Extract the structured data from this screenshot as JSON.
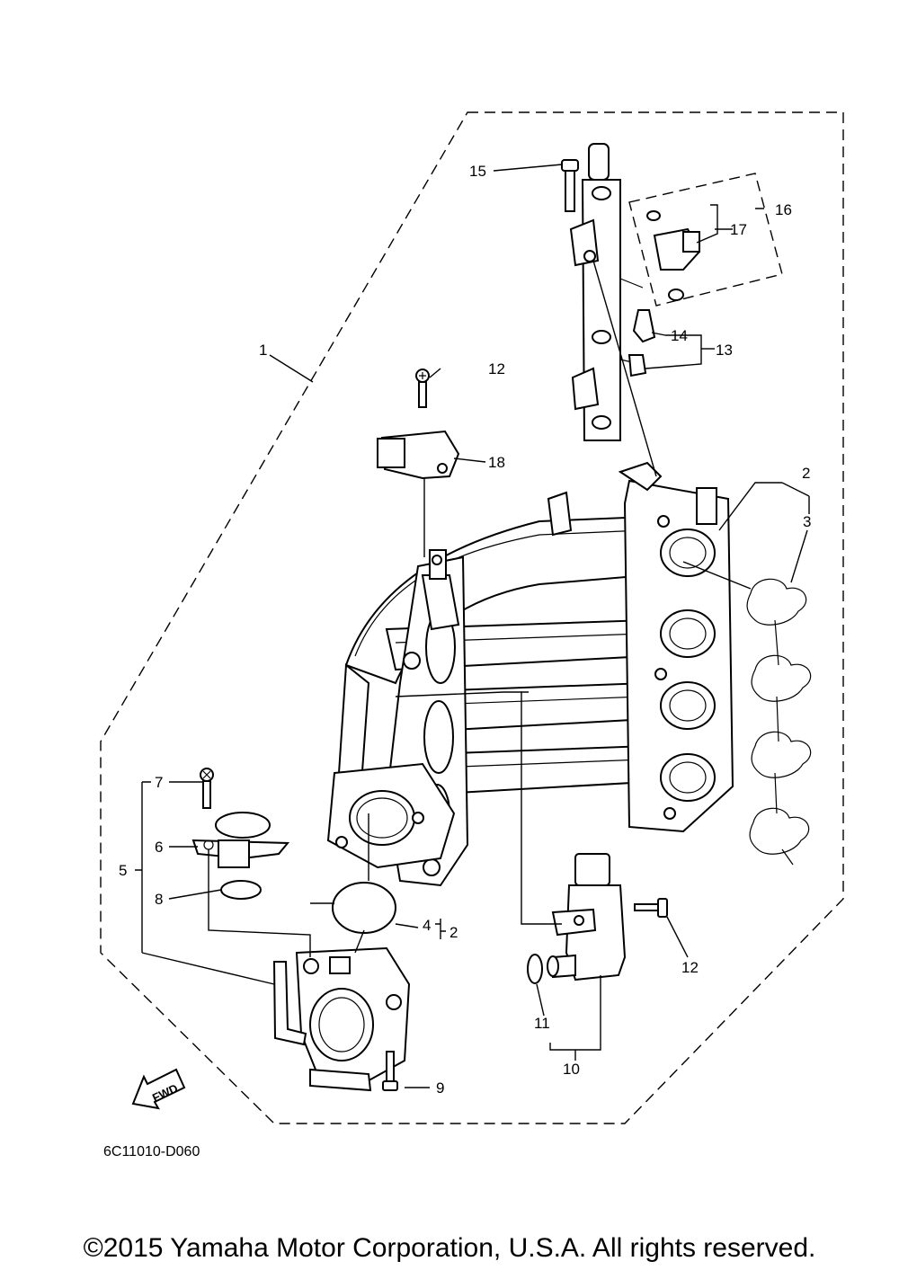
{
  "callouts": {
    "c1": "1",
    "c2a": "2",
    "c2b": "2",
    "c3": "3",
    "c4": "4",
    "c5": "5",
    "c6": "6",
    "c7": "7",
    "c8": "8",
    "c9": "9",
    "c10": "10",
    "c11": "11",
    "c12a": "12",
    "c12b": "12",
    "c13": "13",
    "c14": "14",
    "c15": "15",
    "c16": "16",
    "c17": "17",
    "c18": "18"
  },
  "fwd_label": "FWD",
  "diagram_code": "6C11010-D060",
  "copyright": "©2015 Yamaha Motor Corporation, U.S.A. All rights reserved."
}
